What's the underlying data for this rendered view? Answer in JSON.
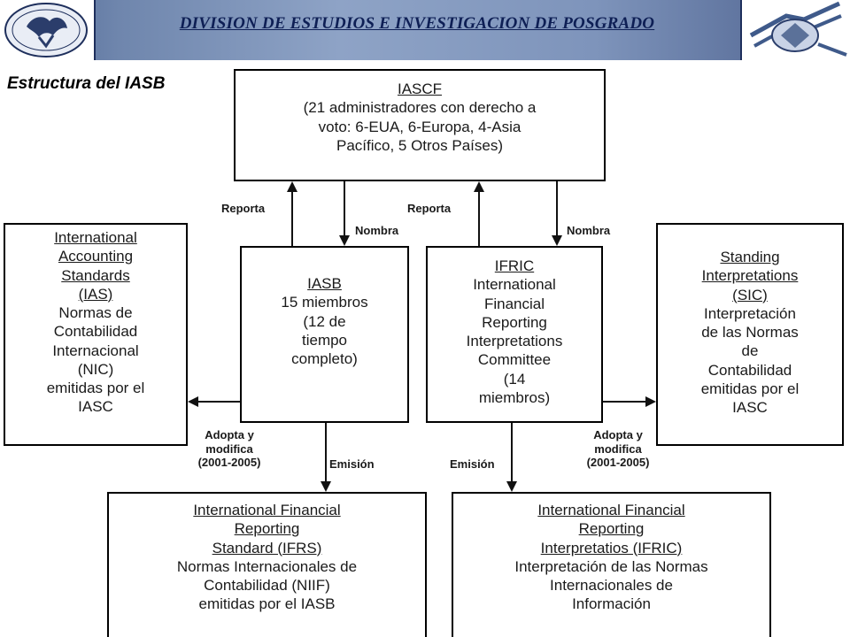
{
  "header": {
    "title": "DIVISION DE ESTUDIOS E INVESTIGACION DE POSGRADO",
    "left_logo": "unam-crest-logo",
    "right_logo": "institutional-seal-logo",
    "colors": {
      "banner": "#6f86ad",
      "title_text": "#0e1f55"
    }
  },
  "section_title": "Estructura del IASB",
  "diagram": {
    "iascf": {
      "heading": "IASCF",
      "lines": [
        "(21 administradores con derecho a",
        "voto: 6-EUA, 6-Europa, 4-Asia",
        "Pacífico, 5 Otros Países)"
      ]
    },
    "ias": {
      "heading_lines": [
        "International",
        "Accounting",
        "Standards",
        "(IAS)"
      ],
      "lines": [
        "Normas de",
        "Contabilidad",
        "Internacional",
        "(NIC)",
        "emitidas por el",
        "IASC"
      ]
    },
    "iasb": {
      "heading": "IASB",
      "lines": [
        "15 miembros",
        "(12 de",
        "tiempo",
        "completo)"
      ]
    },
    "ifric": {
      "heading": "IFRIC",
      "lines": [
        "International",
        "Financial",
        "Reporting",
        "Interpretations",
        "Committee",
        "(14",
        "miembros)"
      ]
    },
    "sic": {
      "heading_lines": [
        "Standing",
        "Interpretations",
        "(SIC)"
      ],
      "lines": [
        "Interpretación",
        "de las Normas",
        "de",
        "Contabilidad",
        "emitidas por el",
        "IASC"
      ]
    },
    "ifrs": {
      "heading_lines": [
        "International Financial",
        "Reporting",
        "Standard (IFRS)"
      ],
      "lines": [
        "Normas Internacionales de",
        "Contabilidad (NIIF)",
        "emitidas por el IASB"
      ]
    },
    "interp": {
      "heading_lines": [
        "International Financial",
        "Reporting",
        "Interpretatios (IFRIC)"
      ],
      "lines": [
        "Interpretación de las Normas",
        "Internacionales de",
        "Información"
      ]
    },
    "labels": {
      "reporta": "Reporta",
      "nombra": "Nombra",
      "emision": "Emisión",
      "adopta": [
        "Adopta y",
        "modifica",
        "(2001-2005)"
      ]
    }
  }
}
